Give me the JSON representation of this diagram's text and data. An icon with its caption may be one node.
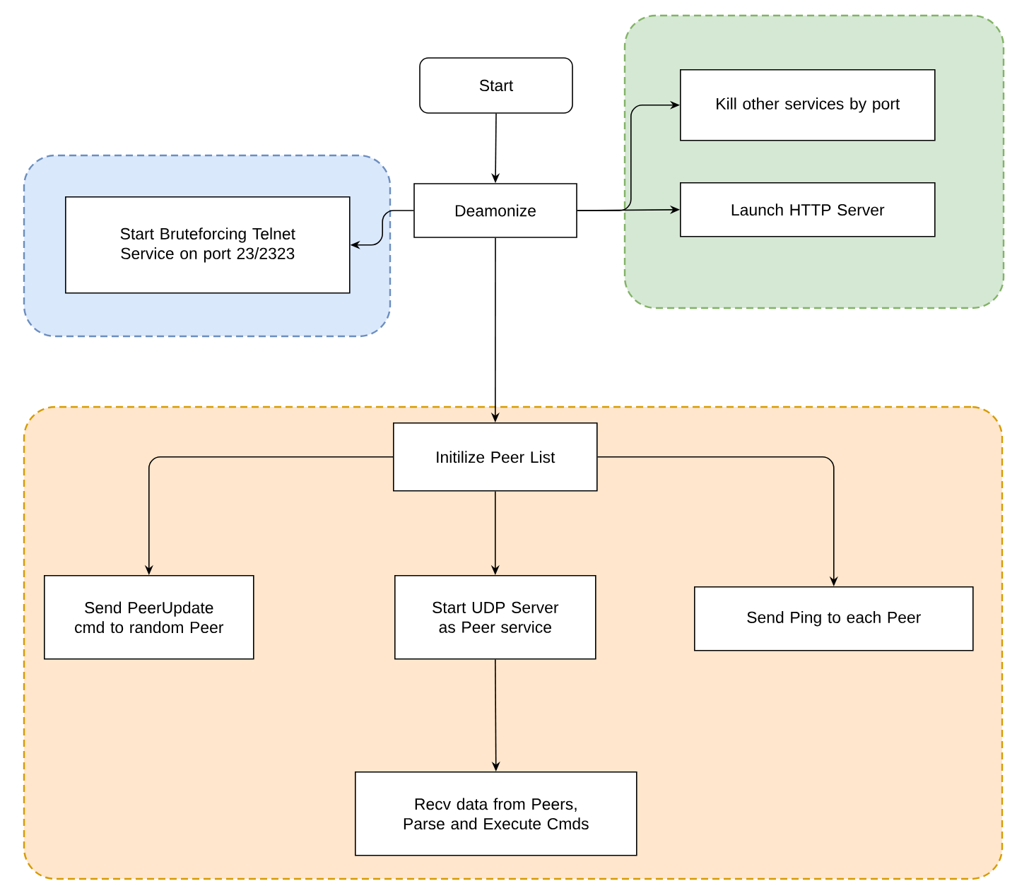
{
  "diagram": {
    "nodes": [
      {
        "text": [
          "Start"
        ]
      },
      {
        "text": [],
        "shape": "box"
      },
      {
        "text": [
          "Start Bruteforcing Telnet Service on port 23/2323"
        ],
        "in": 1
      },
      {
        "text": [
          "Deamonize"
        ]
      },
      {
        "text": [],
        "shape": "box"
      },
      {
        "text": [
          "Kill other services by port"
        ],
        "in": 4
      },
      {
        "text": [
          "Launch HTTP Server"
        ],
        "in": 4
      },
      {
        "text": [],
        "shape": "box"
      },
      {
        "text": [
          "Initilize Peer List"
        ],
        "in": 7
      },
      {
        "text": [
          "Send PeerUpdate cmd to random Peer"
        ],
        "in": 7
      },
      {
        "text": [
          "Start UDP Server as Peer service"
        ],
        "in": 7
      },
      {
        "text": [
          "Send Ping to each Peer"
        ],
        "in": 7
      },
      {
        "text": [
          "Recv data from Peers, Parse and Execute Cmds"
        ],
        "in": 7
      }
    ],
    "edges": [
      {
        "from": 0,
        "to": 3,
        "arrow": "to"
      },
      {
        "from": 3,
        "to": 2,
        "arrow": "to"
      },
      {
        "from": 3,
        "to": 5,
        "arrow": "to"
      },
      {
        "from": 3,
        "to": 6,
        "arrow": "to"
      },
      {
        "from": 3,
        "to": 8,
        "arrow": "to"
      },
      {
        "from": 8,
        "to": 9,
        "arrow": "to"
      },
      {
        "from": 8,
        "to": 10,
        "arrow": "to"
      },
      {
        "from": 8,
        "to": 11,
        "arrow": "to"
      },
      {
        "from": 10,
        "to": 12,
        "arrow": "to"
      }
    ]
  }
}
